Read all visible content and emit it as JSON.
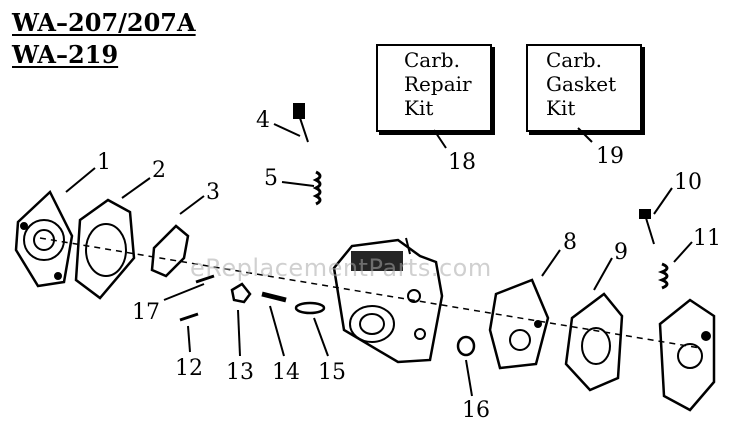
{
  "titles": [
    "WA–207/207A",
    "WA–219"
  ],
  "kits": [
    {
      "text": "Carb.\nRepair\nKit",
      "number": "18"
    },
    {
      "text": "Carb.\nGasket\nKit",
      "number": "19"
    }
  ],
  "callouts": {
    "c1": "1",
    "c2": "2",
    "c3": "3",
    "c4": "4",
    "c5": "5",
    "c8": "8",
    "c9": "9",
    "c10": "10",
    "c11": "11",
    "c12": "12",
    "c13": "13",
    "c14": "14",
    "c15": "15",
    "c16": "16",
    "c17": "17"
  },
  "watermark": "eReplacementParts.com"
}
